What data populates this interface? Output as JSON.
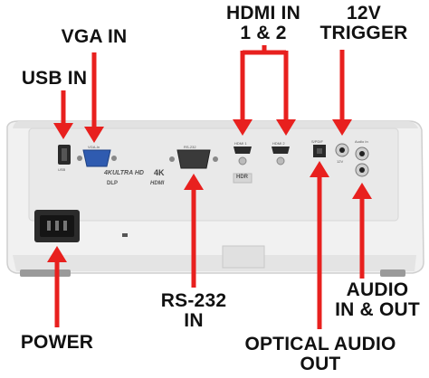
{
  "colors": {
    "arrow": "#e8201e",
    "text": "#111111",
    "projector_body": "#efefef",
    "projector_edge": "#d0d0d0"
  },
  "labels": {
    "hdmi_in": "HDMI IN",
    "hdmi_in_sub": "1 & 2",
    "trigger_12v": "12V",
    "trigger_12v_sub": "TRIGGER",
    "vga_in": "VGA IN",
    "usb_in": "USB IN",
    "rs232": "RS-232",
    "rs232_sub": "IN",
    "power": "POWER",
    "audio": "AUDIO",
    "audio_sub": "IN & OUT",
    "optical": "OPTICAL AUDIO",
    "optical_sub": "OUT"
  },
  "panel_text": {
    "ultra_hd": "4KULTRA HD",
    "k4": "4K",
    "hdmi_logo": "HDMI",
    "hdr": "HDR",
    "dlp": "DLP",
    "vga_port": "VGA-In",
    "rs232_port": "RS-232",
    "hdmi1_port": "HDMI 1",
    "hdmi2_port": "HDMI 2",
    "usb_port": "USB",
    "spdif_port": "S/PDIF",
    "trigger_port": "12V",
    "audio_port": "Audio In"
  }
}
